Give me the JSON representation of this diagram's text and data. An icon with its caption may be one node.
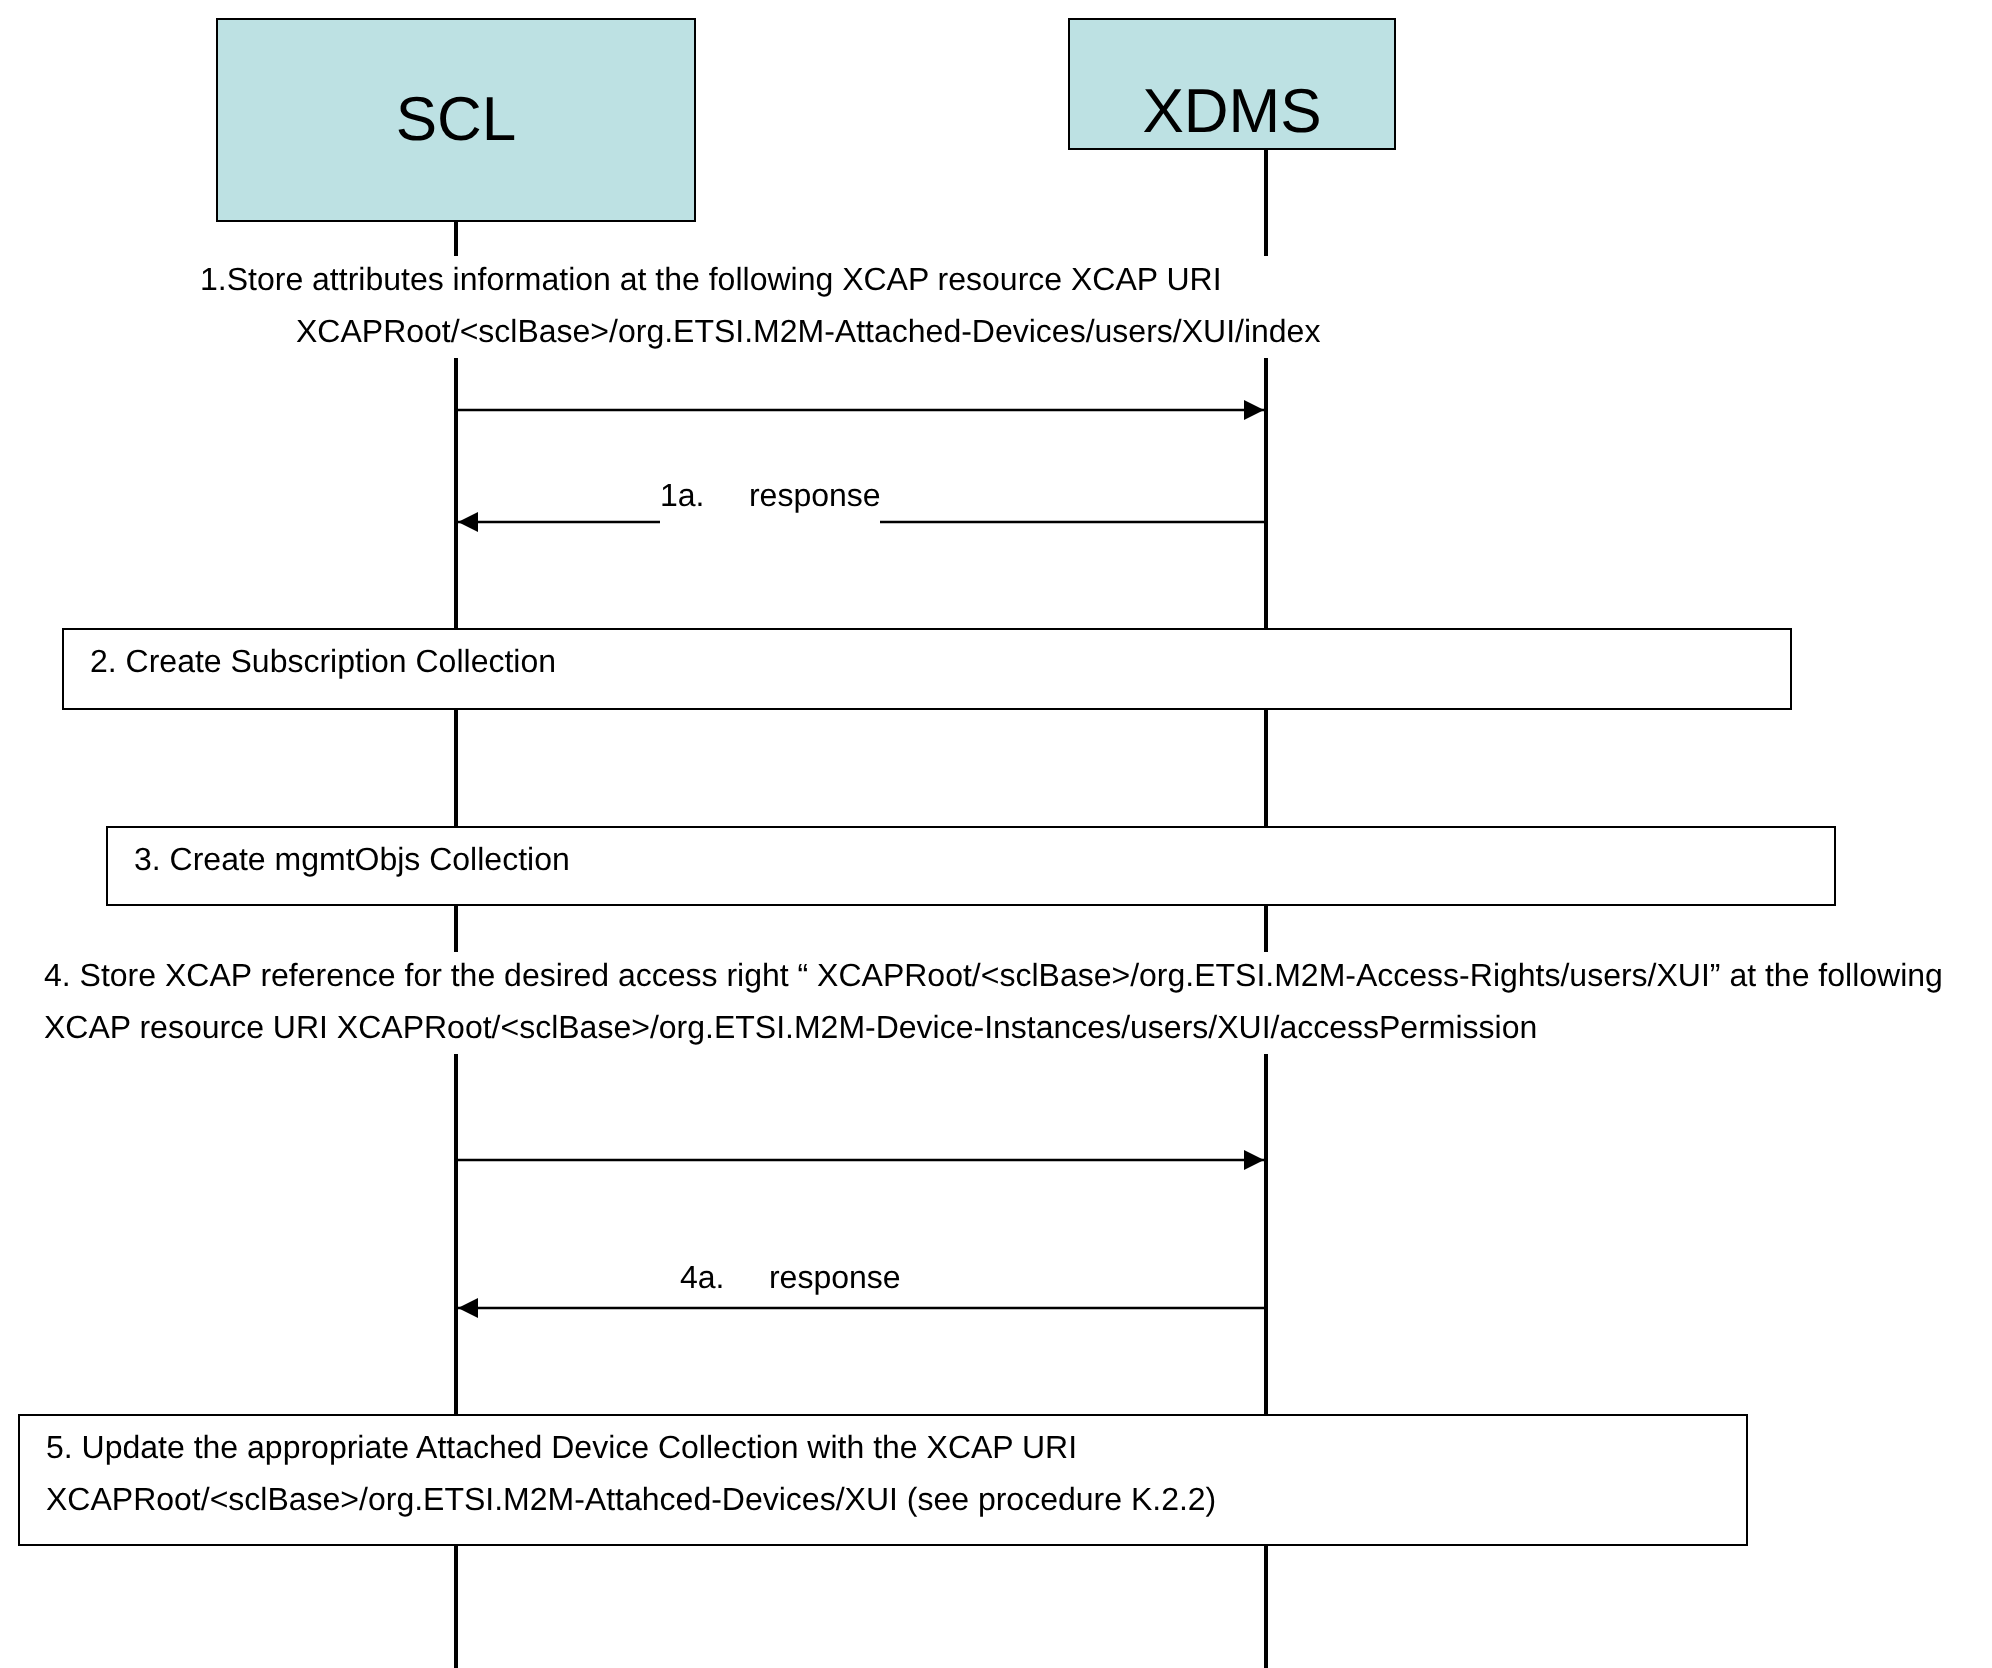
{
  "diagram": {
    "nodes": [
      {
        "text": [
          "SCL"
        ]
      },
      {
        "text": [
          "XDMS"
        ]
      },
      {
        "text": [],
        "shape": "line"
      },
      {
        "text": [],
        "shape": "line"
      },
      {
        "text": [
          "2. Create Subscription Collection"
        ]
      },
      {
        "text": [
          "3. Create mgmtObjs Collection"
        ]
      },
      {
        "text": [
          "5. Update  the appropriate Attached Device Collection with the XCAP URI XCAPRoot/<sclBase>/org.ETSI.M2M-Attahced-Devices/XUI (see procedure K.2.2)"
        ]
      }
    ],
    "edges": [
      {
        "from": 2,
        "to": 3,
        "arrow": "to",
        "label": "1.Store attributes information at the following XCAP resource XCAP URI XCAPRoot/<sclBase>/org.ETSI.M2M-Attached-Devices/users/XUI/index"
      },
      {
        "from": 3,
        "to": 2,
        "arrow": "to",
        "label": "1a.     response"
      },
      {
        "from": 2,
        "to": 3,
        "arrow": "to",
        "label": "4. Store XCAP reference for the desired access right “ XCAPRoot/<sclBase>/org.ETSI.M2M-Access-Rights/users/XUI” at the following XCAP resource URI  XCAPRoot/<sclBase>/org.ETSI.M2M-Device-Instances/users/XUI/accessPermission"
      },
      {
        "from": 3,
        "to": 2,
        "arrow": "to",
        "label": "4a.     response"
      }
    ]
  }
}
